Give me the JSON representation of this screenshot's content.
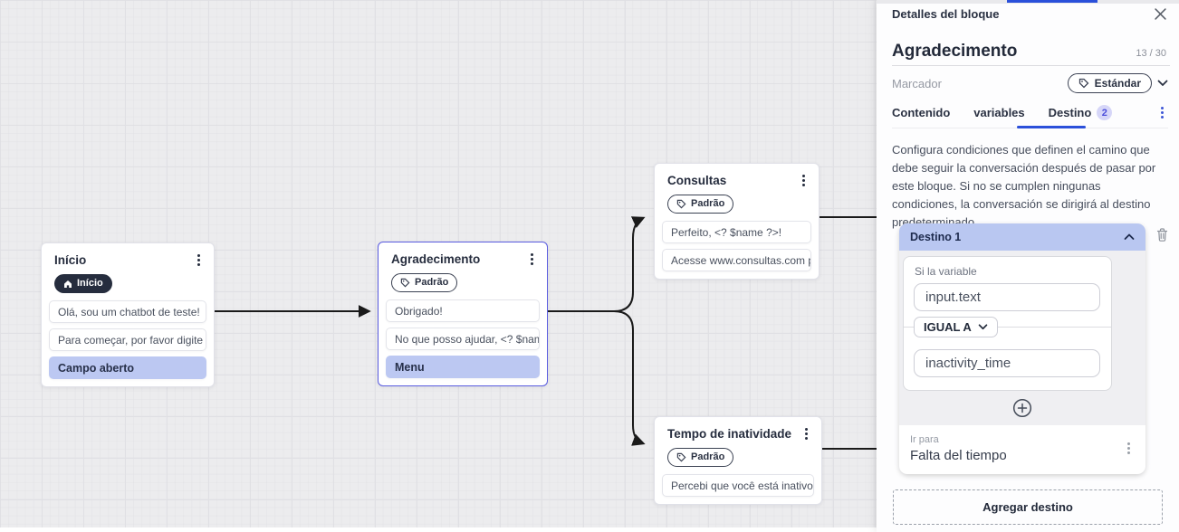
{
  "colors": {
    "accent_blue": "#2b50da",
    "selected_node_border": "#5a5ce0",
    "action_row_bg": "#bcc8f2",
    "destination_header_bg": "#b9c7f1",
    "dark_navy": "#262d3e",
    "canvas_bg": "#ececee"
  },
  "canvas": {
    "nodes": [
      {
        "title": "Início",
        "badge": "Início",
        "rows": [
          {
            "text": "Olá, sou um chatbot de teste!",
            "type": "message"
          },
          {
            "text": "Para começar, por favor digite o ...",
            "type": "message"
          },
          {
            "text": "Campo aberto",
            "type": "action"
          }
        ]
      },
      {
        "title": "Agradecimento",
        "badge": "Padrão",
        "rows": [
          {
            "text": "Obrigado!",
            "type": "message"
          },
          {
            "text": "No que posso ajudar, <? $name ...",
            "type": "message"
          },
          {
            "text": "Menu",
            "type": "action"
          }
        ]
      },
      {
        "title": "Consultas",
        "badge": "Padrão",
        "rows": [
          {
            "text": "Perfeito, <? $name ?>!",
            "type": "message"
          },
          {
            "text": "Acesse www.consultas.com par...",
            "type": "message"
          }
        ]
      },
      {
        "title": "Tempo de inatividade",
        "badge": "Padrão",
        "rows": [
          {
            "text": "Percebi que você está inativo. C...",
            "type": "message"
          }
        ]
      }
    ]
  },
  "panel": {
    "header": {
      "title": "Detalles del bloque"
    },
    "block": {
      "name": "Agradecimento",
      "counter": "13 / 30"
    },
    "marker": {
      "label": "Marcador",
      "chip": "Estándar"
    },
    "tabs": [
      {
        "label": "Contenido"
      },
      {
        "label": "variables"
      },
      {
        "label": "Destino",
        "badge": "2"
      }
    ],
    "description": "Configura condiciones que definen el camino que debe seguir la conversación después de pasar por este bloque. Si no se cumplen ningunas condiciones, la conversación se dirigirá al destino predeterminado.",
    "destination": {
      "title": "Destino 1",
      "condition_label": "Si la variable",
      "variable_value": "input.text",
      "operator": "IGUAL A",
      "compare_value": "inactivity_time",
      "goto_label": "Ir para",
      "goto_value": "Falta del tiempo"
    },
    "add_destination_label": "Agregar destino"
  }
}
